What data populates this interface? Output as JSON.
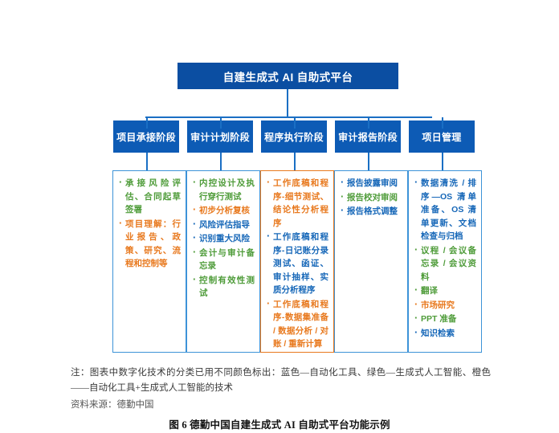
{
  "figure": {
    "title": "自建生成式 AI 自助式平台",
    "caption": "图 6  德勤中国自建生成式 AI 自助式平台功能示例",
    "note": "注：图表中数字化技术的分类已用不同颜色标出：蓝色—自动化工具、绿色—生成式人工智能、橙色——自动化工具+生成式人工智能的技术",
    "source": "资料来源：德勤中国"
  },
  "legend_colors": {
    "blue": "#1667b8",
    "green": "#4f9c3a",
    "orange": "#e8791e",
    "header_blue": "#0d5bb5",
    "title_blue": "#0b4ea2",
    "border_blue": "#3d93d8"
  },
  "columns": [
    {
      "stage": "项目承接阶段",
      "border": "blue",
      "items": [
        {
          "text": "承接风险评估、合同起草签署",
          "color": "green"
        },
        {
          "text": "项目理解：行业报告、政策、研究、流程和控制等",
          "color": "orange"
        }
      ]
    },
    {
      "stage": "审计计划阶段",
      "border": "blue",
      "items": [
        {
          "text": "内控设计及执行穿行测试",
          "color": "green"
        },
        {
          "text": "初步分析复核",
          "color": "orange"
        },
        {
          "text": "风险评估指导",
          "color": "blue"
        },
        {
          "text": "识别重大风险",
          "color": "blue"
        },
        {
          "text": "会计与审计备忘录",
          "color": "green"
        },
        {
          "text": "控制有效性测试",
          "color": "green"
        }
      ]
    },
    {
      "stage": "程序执行阶段",
      "border": "orange",
      "items": [
        {
          "text": "工作底稿和程序-细节测试、结论性分析程序",
          "color": "orange"
        },
        {
          "text": "工作底稿和程序-日记账分录测试、函证、审计抽样、实质分析程序",
          "color": "blue"
        },
        {
          "text": "工作底稿和程序-数据集准备 / 数据分析 / 对账 / 重新计算",
          "color": "orange"
        }
      ]
    },
    {
      "stage": "审计报告阶段",
      "border": "blue",
      "items": [
        {
          "text": "报告披露审阅",
          "color": "blue"
        },
        {
          "text": "报告校对审阅",
          "color": "green"
        },
        {
          "text": "报告格式调整",
          "color": "blue"
        }
      ]
    },
    {
      "stage": "项日管理",
      "border": "blue",
      "items": [
        {
          "text": "数据清洗 / 排序—OS 清单准备、OS 清单更新、文档检查与归档",
          "color": "blue"
        },
        {
          "text": "议程 / 会议备忘录 / 会议资料",
          "color": "green"
        },
        {
          "text": "翻译",
          "color": "green"
        },
        {
          "text": "市场研究",
          "color": "orange"
        },
        {
          "text": "PPT 准备",
          "color": "green"
        },
        {
          "text": "知识检索",
          "color": "blue"
        }
      ]
    }
  ]
}
